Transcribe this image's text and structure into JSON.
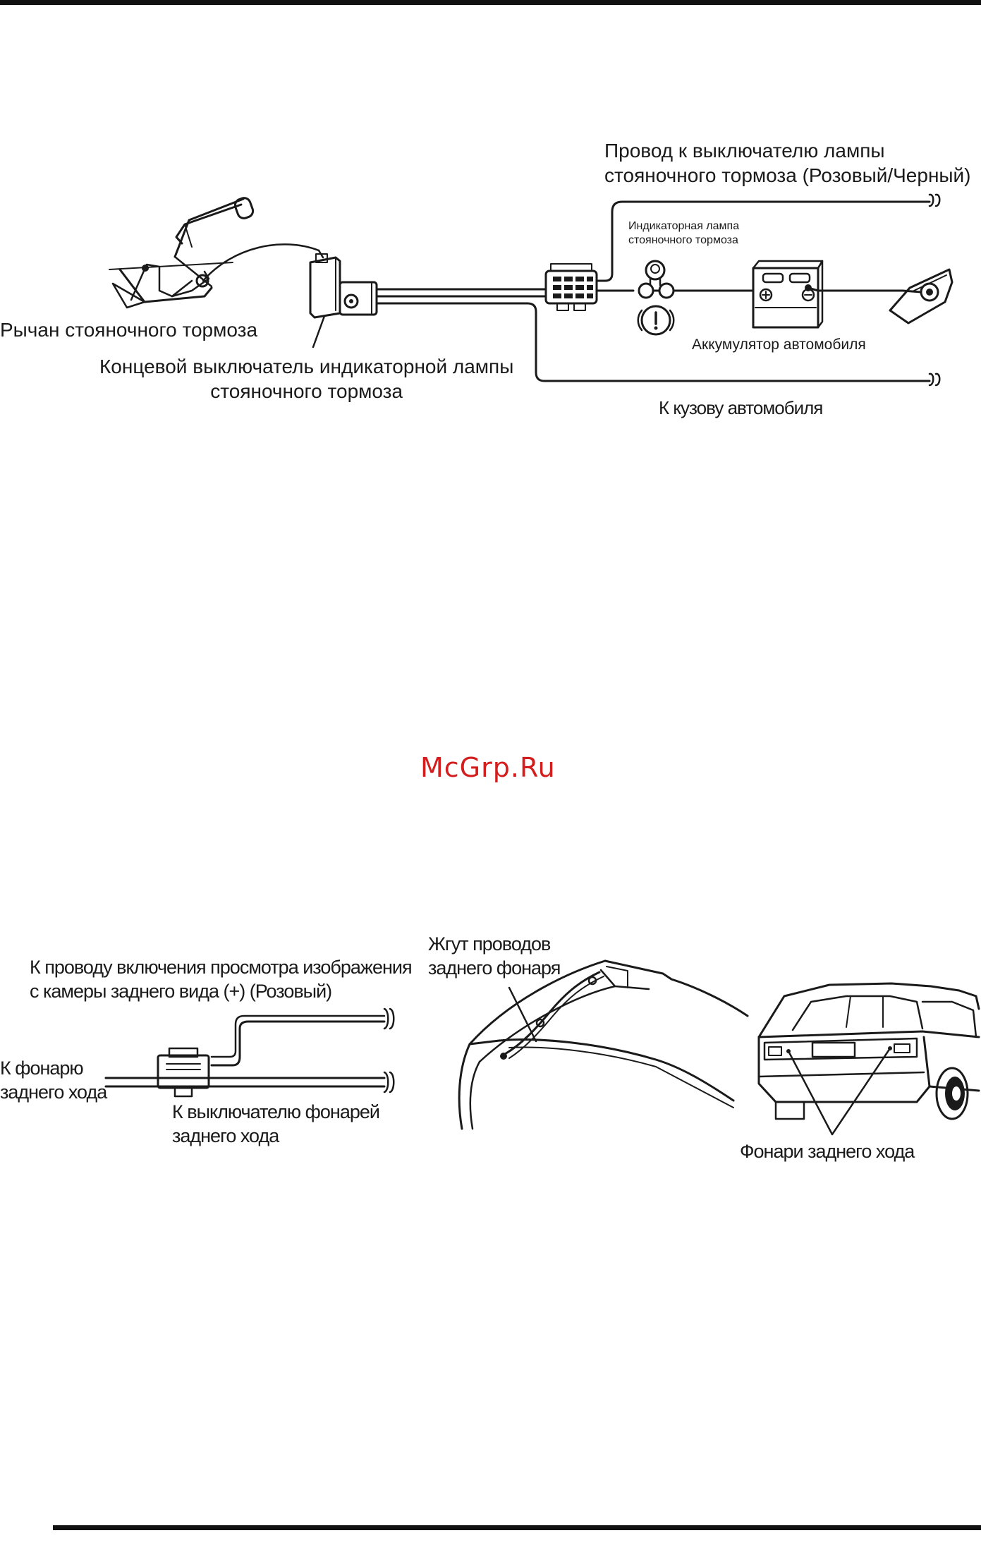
{
  "watermark": "McGrp.Ru",
  "brake_diagram": {
    "wire_to_switch": [
      "Провод к выключателю лампы",
      "стояночного тормоза (Розовый/Черный)"
    ],
    "indicator_lamp": [
      "Индикаторная лампа",
      "стояночного тормоза"
    ],
    "lever": "Рычан стояночного тормоза",
    "limit_switch": [
      "Концевой выключатель индикаторной лампы",
      "стояночного тормоза"
    ],
    "battery": "Аккумулятор автомобиля",
    "to_body": "К кузову автомобиля"
  },
  "reverse_diagram": {
    "camera_wire": [
      "К проводу включения просмотра изображения",
      "с камеры заднего вида (+) (Розовый)"
    ],
    "to_lamp": [
      "К фонарю",
      "заднего хода"
    ],
    "to_switch": [
      "К выключателю фонарей",
      "заднего хода"
    ],
    "harness": [
      "Жгут проводов",
      "заднего фонаря"
    ],
    "reverse_lights": "Фонари заднего хода"
  },
  "colors": {
    "rule": "#111111",
    "ink": "#1a1a1a",
    "watermark": "#d41d1d"
  }
}
